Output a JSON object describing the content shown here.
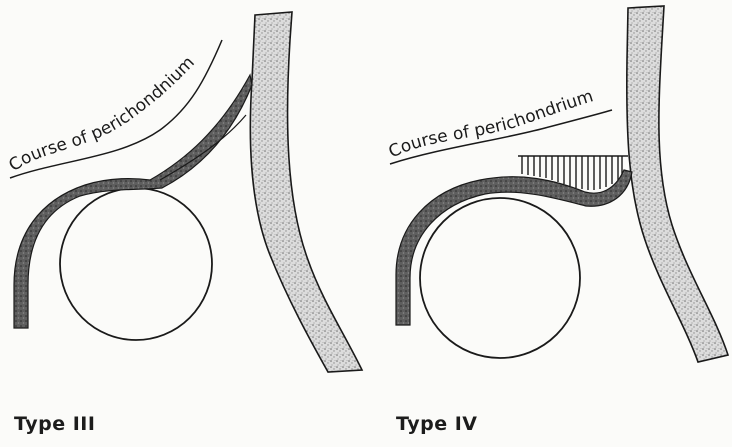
{
  "panels": [
    {
      "label": "Type III",
      "annotation": "Course of perichondnium"
    },
    {
      "label": "Type IV",
      "annotation": "Course of perichondrium"
    }
  ],
  "colors": {
    "outline": "#1a1a1a",
    "stipple_light": "#d9d9d9",
    "stipple_dark": "#6a6a6a",
    "background": "#fbfbf9"
  }
}
